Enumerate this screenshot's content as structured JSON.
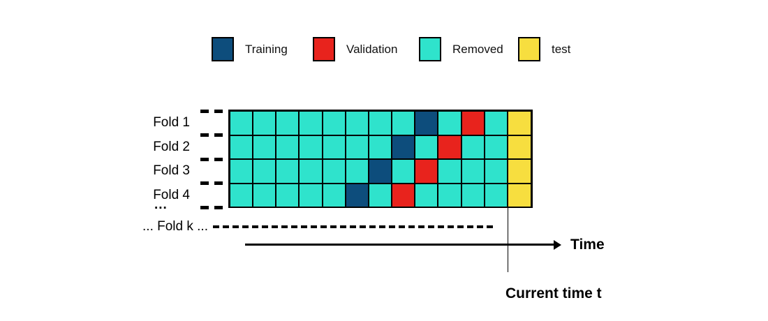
{
  "palette": {
    "training": "#0d4d7c",
    "validation": "#e8231d",
    "removed": "#2fe3cc",
    "test": "#f7de3f",
    "line": "#000000",
    "background": "#ffffff"
  },
  "legend": {
    "items": [
      {
        "key": "training",
        "label": "Training"
      },
      {
        "key": "validation",
        "label": "Validation"
      },
      {
        "key": "removed",
        "label": "Removed"
      },
      {
        "key": "test",
        "label": "test"
      }
    ]
  },
  "folds": [
    {
      "label": "Fold 1",
      "cells": [
        "removed",
        "removed",
        "removed",
        "removed",
        "removed",
        "removed",
        "removed",
        "removed",
        "training",
        "removed",
        "validation",
        "removed",
        "test"
      ]
    },
    {
      "label": "Fold 2",
      "cells": [
        "removed",
        "removed",
        "removed",
        "removed",
        "removed",
        "removed",
        "removed",
        "training",
        "removed",
        "validation",
        "removed",
        "removed",
        "test"
      ]
    },
    {
      "label": "Fold 3",
      "cells": [
        "removed",
        "removed",
        "removed",
        "removed",
        "removed",
        "removed",
        "training",
        "removed",
        "validation",
        "removed",
        "removed",
        "removed",
        "test"
      ]
    },
    {
      "label": "Fold 4",
      "cells": [
        "removed",
        "removed",
        "removed",
        "removed",
        "removed",
        "training",
        "removed",
        "validation",
        "removed",
        "removed",
        "removed",
        "removed",
        "test"
      ]
    }
  ],
  "rows_ellipsis": "...",
  "fold_k": {
    "label": "... Fold k ..."
  },
  "time_axis": {
    "label": "Time"
  },
  "current_time": {
    "label": "Current time t"
  }
}
